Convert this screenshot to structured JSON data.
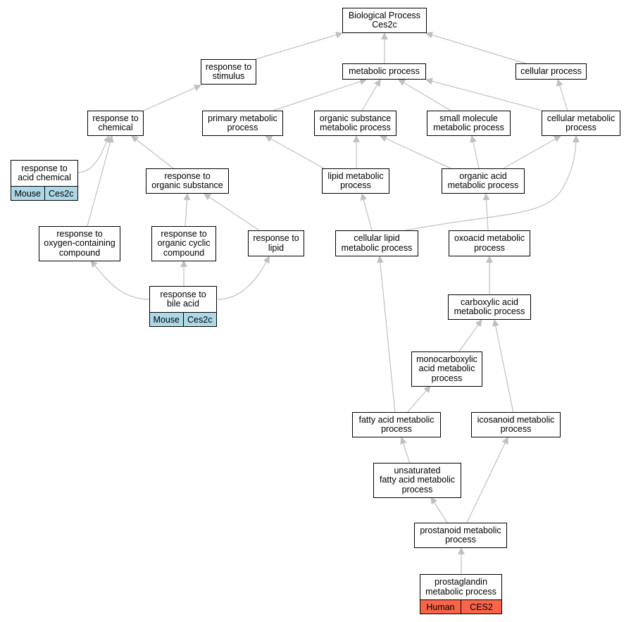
{
  "nodes": {
    "bp": "Biological Process\nCes2c",
    "resp_stim": "response to\nstimulus",
    "metab": "metabolic process",
    "cellular": "cellular process",
    "resp_chem": "response to\nchemical",
    "primary": "primary metabolic\nprocess",
    "org_sub_metab": "organic substance\nmetabolic process",
    "small_mol": "small molecule\nmetabolic process",
    "cell_metab": "cellular metabolic\nprocess",
    "resp_acid": "response to\nacid chemical",
    "resp_org_sub": "response to\norganic substance",
    "lipid_metab": "lipid metabolic\nprocess",
    "org_acid": "organic acid\nmetabolic process",
    "resp_oxy": "response to\noxygen-containing\ncompound",
    "resp_cyclic": "response to\norganic cyclic\ncompound",
    "resp_lipid": "response to\nlipid",
    "cell_lipid": "cellular lipid\nmetabolic process",
    "oxoacid": "oxoacid metabolic\nprocess",
    "resp_bile": "response to\nbile acid",
    "carboxylic": "carboxylic acid\nmetabolic process",
    "monocarb": "monocarboxylic\nacid metabolic\nprocess",
    "fatty": "fatty acid metabolic\nprocess",
    "icosanoid": "icosanoid metabolic\nprocess",
    "unsat": "unsaturated\nfatty acid metabolic\nprocess",
    "prostanoid": "prostanoid metabolic\nprocess",
    "prostaglandin": "prostaglandin\nmetabolic process"
  },
  "annotations": {
    "resp_acid": {
      "species": "Mouse",
      "gene": "Ces2c"
    },
    "resp_bile": {
      "species": "Mouse",
      "gene": "Ces2c"
    },
    "prostaglandin": {
      "species": "Human",
      "gene": "CES2"
    }
  },
  "colors": {
    "edge": "#c0c0c0",
    "mouse_tag": "#add8e6",
    "human_tag": "#fa6448"
  }
}
